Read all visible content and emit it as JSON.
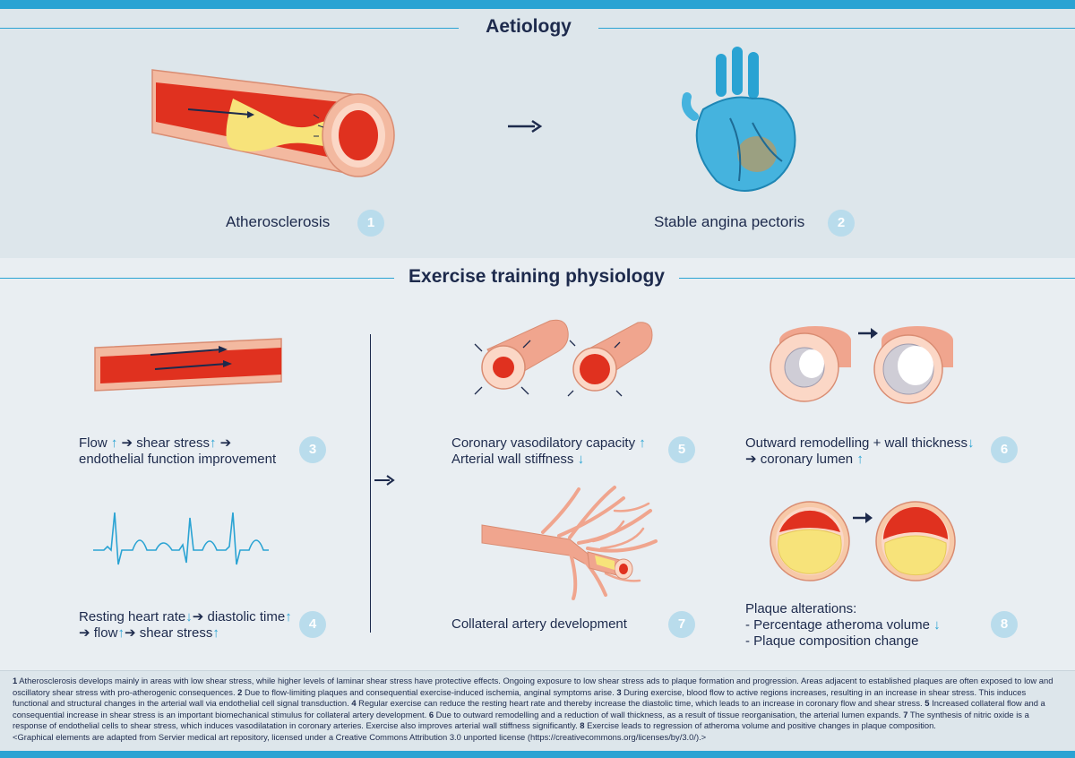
{
  "headings": {
    "aetiology": "Aetiology",
    "exercise": "Exercise training physiology"
  },
  "panels": {
    "p1": {
      "label": "Atherosclerosis",
      "num": "1"
    },
    "p2": {
      "label": "Stable angina pectoris",
      "num": "2"
    },
    "p3": {
      "l1a": "Flow",
      "l1b": "shear stress",
      "l2": "endothelial function improvement",
      "num": "3"
    },
    "p4": {
      "l1a": "Resting heart rate",
      "l1b": "diastolic time",
      "l2a": "flow",
      "l2b": "shear stress",
      "num": "4"
    },
    "p5": {
      "l1": "Coronary vasodilatory capacity",
      "l2": "Arterial wall stiffness",
      "num": "5"
    },
    "p6": {
      "l1": "Outward remodelling  + wall thickness",
      "l2": "coronary lumen",
      "num": "6"
    },
    "p7": {
      "label": "Collateral artery development",
      "num": "7"
    },
    "p8": {
      "l1": "Plaque alterations:",
      "l2": "- Percentage atheroma volume",
      "l3": "- Plaque composition change",
      "num": "8"
    }
  },
  "symbols": {
    "arrow": "→",
    "bold_arrow": "➔",
    "up": "↑",
    "down": "↓"
  },
  "footnote": {
    "n1": "1",
    "t1": " Atherosclerosis develops mainly in areas with low shear stress, while higher levels of laminar shear stress have protective effects. Ongoing exposure to low shear stress ads to plaque formation and progression. Areas adjacent to established plaques  are often exposed to low and oscillatory shear stress with pro-atherogenic consequences. ",
    "n2": "2",
    "t2": " Due to flow-limiting plaques and consequential exercise-induced ischemia, anginal symptoms arise. ",
    "n3": "3",
    "t3": " During exercise, blood flow to active regions increases, resulting in an increase in shear stress. This induces functional and structural changes in the arterial wall via endothelial cell signal transduction. ",
    "n4": "4",
    "t4": " Regular exercise can reduce the resting heart rate and thereby increase the diastolic time, which leads to an increase in coronary flow and shear stress. ",
    "n5": "5",
    "t5": " Increased collateral flow and a consequential increase in shear stress is an important biomechanical stimulus for collateral artery development. ",
    "n6": "6",
    "t6": " Due to outward remodelling and a reduction of wall thickness, as a result of tissue reorganisation, the arterial lumen expands. ",
    "n7": "7",
    "t7": " The synthesis of nitric oxide is a response of endothelial cells to shear stress, which induces vasodilatation in coronary arteries. Exercise also improves arterial wall stiffness significantly. ",
    "n8": "8",
    "t8": " Exercise leads to regression of atheroma volume and positive changes in plaque composition.",
    "license": "<Graphical elements are adapted from Servier medical art repository, licensed under a Creative Commons Attribution 3.0 unported license (https://creativecommons.org/licenses/by/3.0/).>"
  },
  "colors": {
    "accent": "#2aa3d3",
    "navy": "#1d2a4c",
    "badge": "#b9dcec",
    "artery": "#f0a58e",
    "blood": "#e0311f",
    "plaque": "#f7e37a"
  }
}
